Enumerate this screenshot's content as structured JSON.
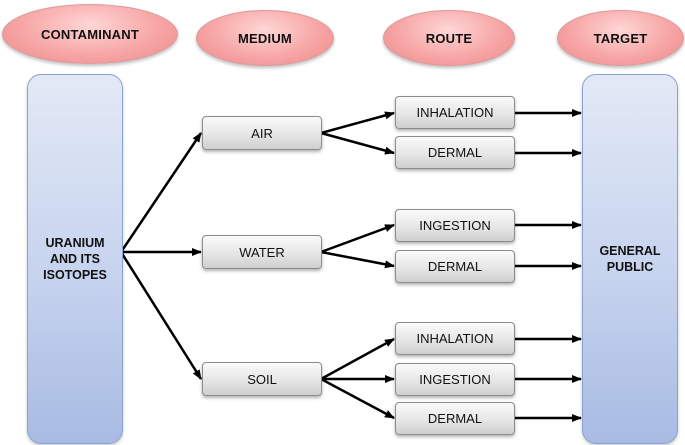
{
  "headers": {
    "contaminant": "CONTAMINANT",
    "medium": "MEDIUM",
    "route": "ROUTE",
    "target": "TARGET"
  },
  "contaminant": {
    "line1": "URANIUM",
    "line2": "AND ITS",
    "line3": "ISOTOPES"
  },
  "target": {
    "line1": "GENERAL",
    "line2": "PUBLIC"
  },
  "media": [
    "AIR",
    "WATER",
    "SOIL"
  ],
  "routes": {
    "air": [
      "INHALATION",
      "DERMAL"
    ],
    "water": [
      "INGESTION",
      "DERMAL"
    ],
    "soil": [
      "INHALATION",
      "INGESTION",
      "DERMAL"
    ]
  },
  "colors": {
    "header_fill": "#f7a6a6",
    "column_fill": "#c6d3ee",
    "box_fill": "#e6e6e6",
    "arrow": "#000000"
  }
}
